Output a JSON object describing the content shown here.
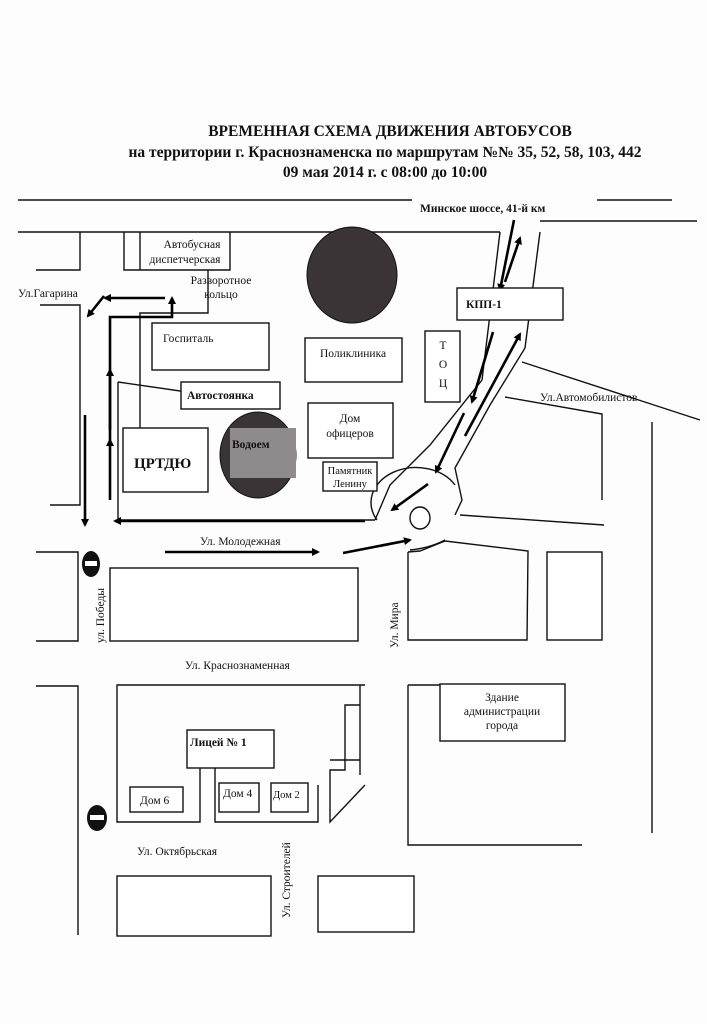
{
  "title": {
    "line1": "ВРЕМЕННАЯ СХЕМА ДВИЖЕНИЯ АВТОБУСОВ",
    "line2": "на территории г. Краснознаменска по маршрутам №№ 35, 52, 58, 103, 442",
    "line3": "09 мая 2014 г. с 08:00 до 10:00"
  },
  "streets": {
    "minsk": "Минское шоссе,  41-й км",
    "gagarina": "Ул.Гагарина",
    "avtomobilistov": "Ул.Автомобилистов",
    "molodezhnaya": "Ул. Молодежная",
    "pobedy": "ул. Победы",
    "mira": "Ул. Мира",
    "krasnoznamennaya": "Ул. Краснознаменная",
    "oktyabrskaya": "Ул. Октябрьская",
    "stroiteley": "Ул. Строителей"
  },
  "buildings": {
    "dispatch1": "Автобусная",
    "dispatch2": "диспетчерская",
    "ring1": "Разворотное",
    "ring2": "кольцо",
    "kpp": "КПП-1",
    "hospital": "Госпиталь",
    "clinic": "Поликлиника",
    "toc1": "Т",
    "toc2": "О",
    "toc3": "Ц",
    "parking": "Автостоянка",
    "crtdyu": "ЦРТДЮ",
    "pond": "Водоем",
    "officers1": "Дом",
    "officers2": "офицеров",
    "monument1": "Памятник",
    "monument2": "Ленину",
    "admin1": "Здание",
    "admin2": "администрации",
    "admin3": "города",
    "lyceum": "Лицей № 1",
    "dom6": "Дом 6",
    "dom4": "Дом 4",
    "dom2": "Дом 2"
  },
  "colors": {
    "route": "#000000",
    "pond": "#3a3436",
    "pond_square": "#8f8a8c"
  }
}
